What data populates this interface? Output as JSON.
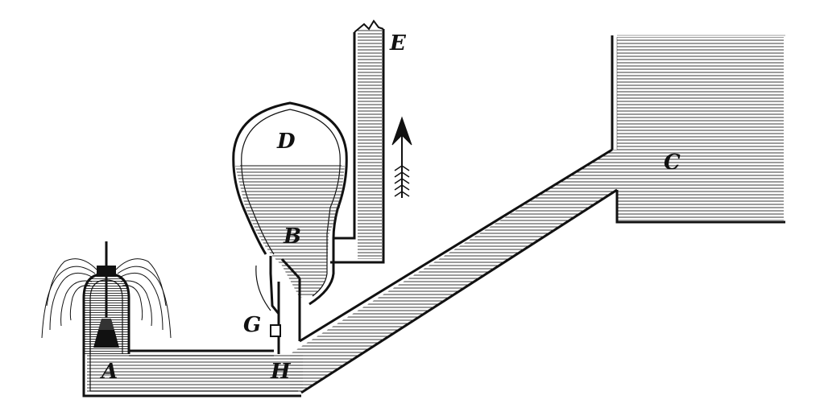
{
  "diagram": {
    "colors": {
      "ink": "#111111",
      "water_hatch": "#222222",
      "paper": "#ffffff"
    },
    "labels": {
      "a": "A",
      "b": "B",
      "c": "C",
      "d": "D",
      "e": "E",
      "g": "G",
      "h": "H"
    },
    "icons": {
      "flow_arrow": "up-arrow-icon",
      "fountain": "fountain-spray-icon"
    }
  }
}
